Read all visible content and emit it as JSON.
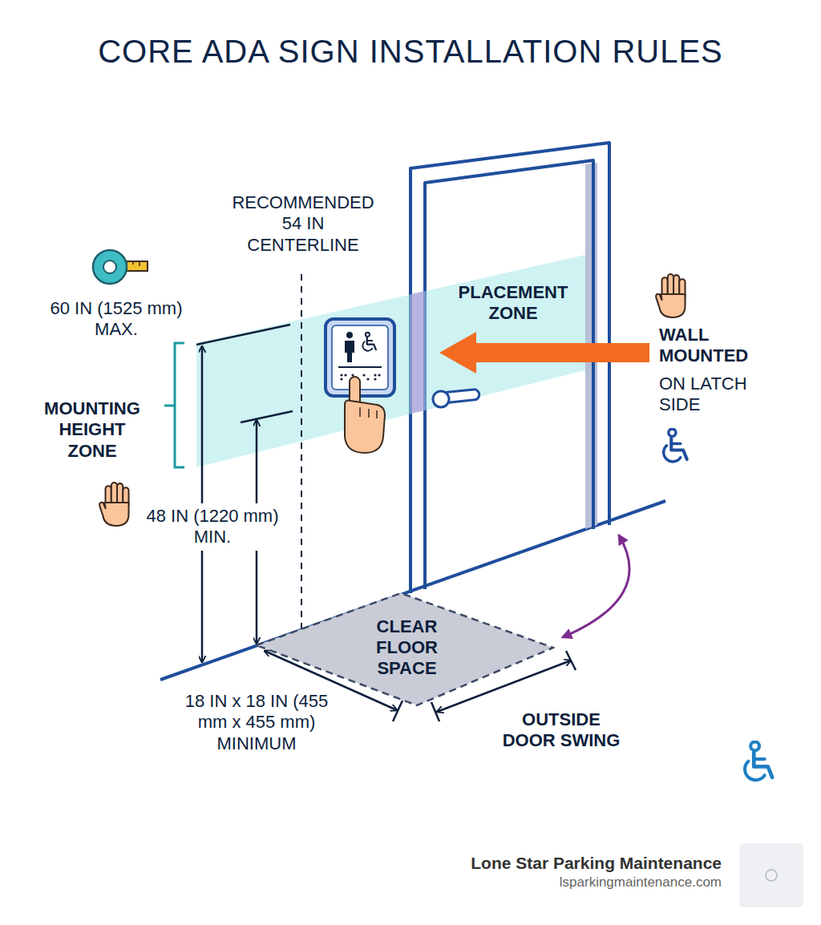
{
  "diagram": {
    "title": "CORE ADA SIGN INSTALLATION RULES",
    "nodes": [
      {
        "text": [
          "CLEAR FLOOR SPACE"
        ]
      }
    ],
    "labels": [
      "RECOMMENDED 54 IN CENTERLINE",
      "60 IN (1525 mm) MAX.",
      "MOUNTING HEIGHT ZONE",
      "48 IN (1220 mm) MIN.",
      "PLACEMENT ZONE",
      "WALL MOUNTED",
      "ON LATCH SIDE",
      "18 IN x 18 IN (455 mm x 455 mm) MINIMUM",
      "OUTSIDE DOOR SWING",
      "Lone Star Parking Maintenance",
      "lsparkingmaintenance.com"
    ]
  }
}
